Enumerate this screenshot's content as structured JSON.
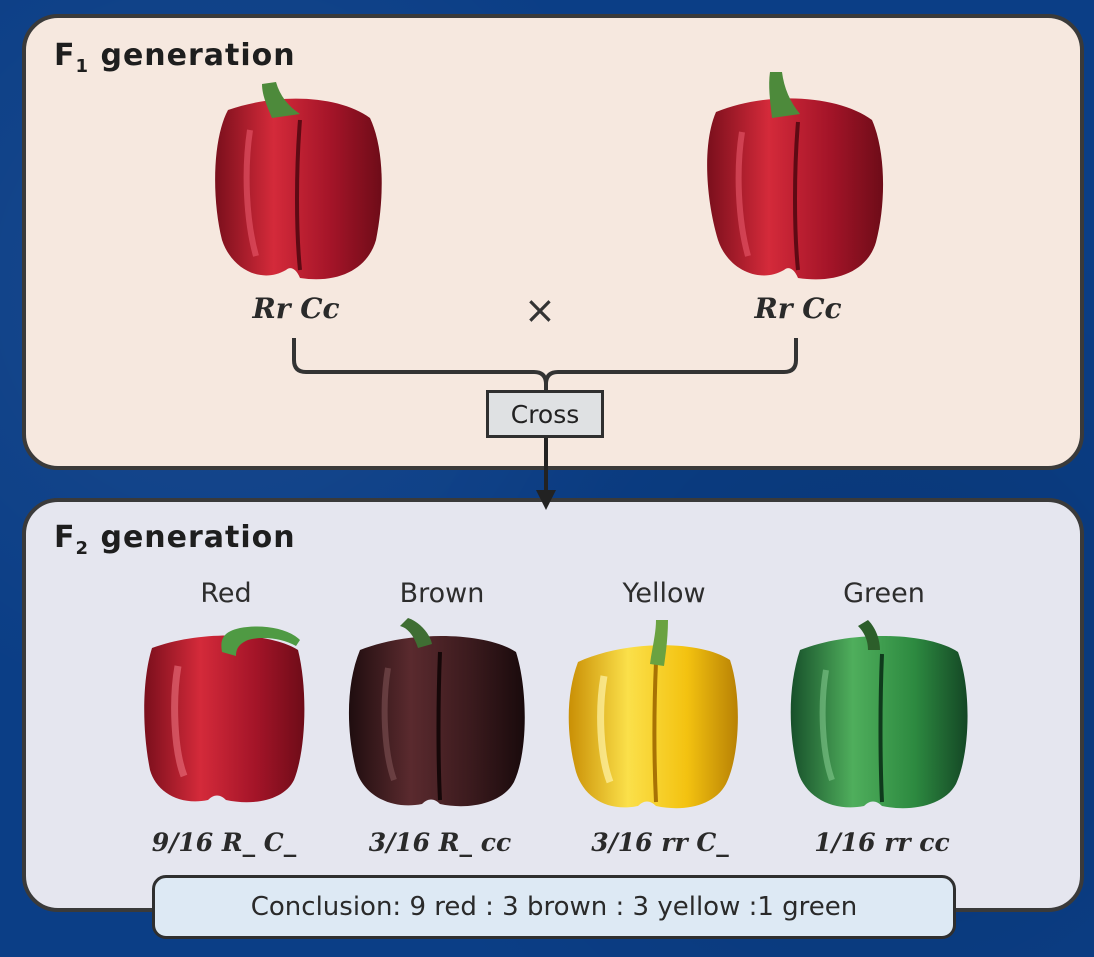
{
  "f1": {
    "title_main": "F",
    "title_sub": "1",
    "title_rest": " generation",
    "parent_left_genotype": "Rr Cc",
    "parent_right_genotype": "Rr Cc",
    "cross_symbol": "×",
    "cross_label": "Cross"
  },
  "f2": {
    "title_main": "F",
    "title_sub": "2",
    "title_rest": " generation",
    "offspring": [
      {
        "phenotype": "Red",
        "ratio": "9/16 R_ C_",
        "color": "#c2182b"
      },
      {
        "phenotype": "Brown",
        "ratio": "3/16 R_ cc",
        "color": "#3d1a1d"
      },
      {
        "phenotype": "Yellow",
        "ratio": "3/16 rr C_",
        "color": "#f1c40f"
      },
      {
        "phenotype": "Green",
        "ratio": "1/16 rr cc",
        "color": "#2f8a3f"
      }
    ],
    "conclusion": "Conclusion: 9 red : 3 brown : 3 yellow :1 green"
  },
  "colors": {
    "background": "#0b3e86",
    "f1_panel": "#f6e8df",
    "f2_panel": "#e5e6ef",
    "parent_pepper": "#b3162f"
  }
}
